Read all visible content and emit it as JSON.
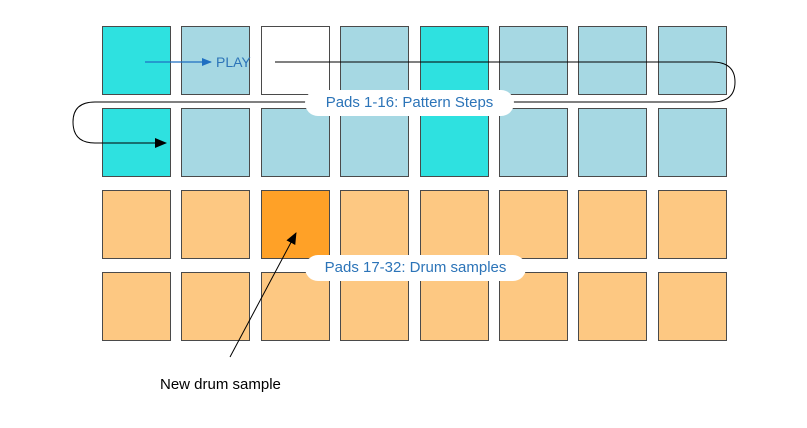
{
  "play_label": "PLAY",
  "labels": {
    "pattern_steps": "Pads 1-16: Pattern Steps",
    "drum_samples": "Pads 17-32: Drum samples",
    "new_sample": "New drum sample"
  },
  "pads": {
    "rows": [
      [
        "active",
        "step",
        "play",
        "step",
        "active",
        "step",
        "step",
        "step"
      ],
      [
        "active",
        "step",
        "step",
        "step",
        "active",
        "step",
        "step",
        "step"
      ],
      [
        "sample",
        "sample",
        "selected",
        "sample",
        "sample",
        "sample",
        "sample",
        "sample"
      ],
      [
        "sample",
        "sample",
        "sample",
        "sample",
        "sample",
        "sample",
        "sample",
        "sample"
      ]
    ]
  },
  "colors": {
    "active_step": "#2ee1e0",
    "inactive_step": "#a6d8e3",
    "play_position": "#ffffff",
    "drum_sample": "#fdc882",
    "selected_sample": "#ffa127",
    "label_text": "#2c74b8"
  }
}
